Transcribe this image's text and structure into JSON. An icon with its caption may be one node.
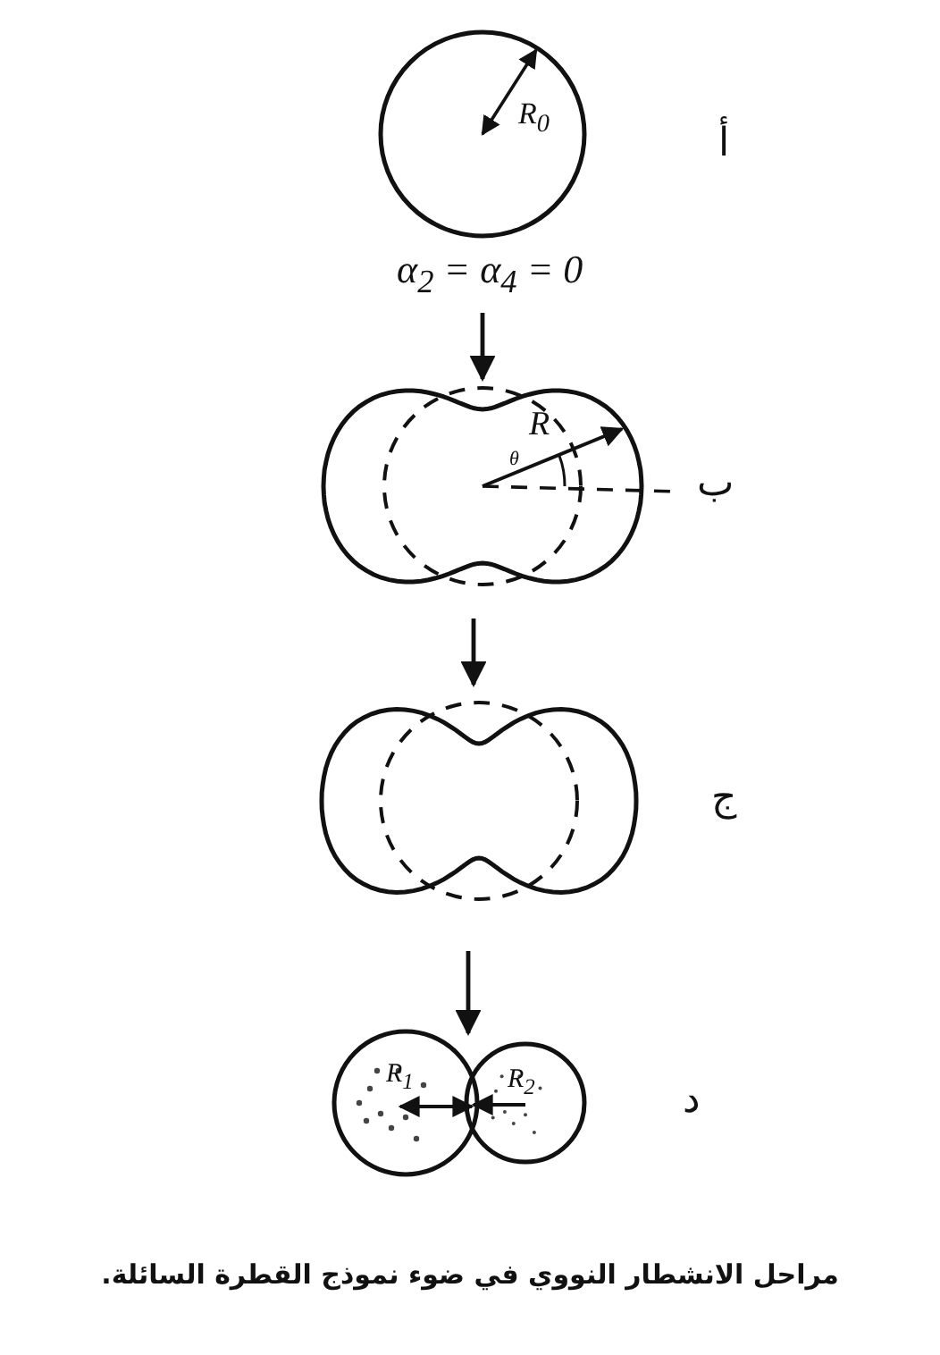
{
  "diagram": {
    "caption": "مراحل الانشطار النووي في ضوء نموذج القطرة السائلة.",
    "nodes": [
      {
        "text": [
          "R$_{0}$"
        ],
        "beside": [
          "أ"
        ]
      },
      {
        "text": [
          "R",
          "θ"
        ],
        "beside": [
          "ب"
        ]
      },
      {
        "text": [],
        "shape": "blob",
        "beside": [
          "ج"
        ]
      },
      {
        "text": [
          "R$_{1}$"
        ]
      },
      {
        "text": [
          "R$_{2}$"
        ],
        "beside": [
          "د"
        ]
      }
    ],
    "edges": [
      {
        "from": 0,
        "to": 1,
        "arrow": "to"
      },
      {
        "from": 1,
        "to": 2,
        "arrow": "to"
      },
      {
        "from": 2,
        "to": 3,
        "arrow": "to"
      }
    ],
    "labels": [
      "α$_{2}$ = α$_{4}$ = 0"
    ]
  }
}
